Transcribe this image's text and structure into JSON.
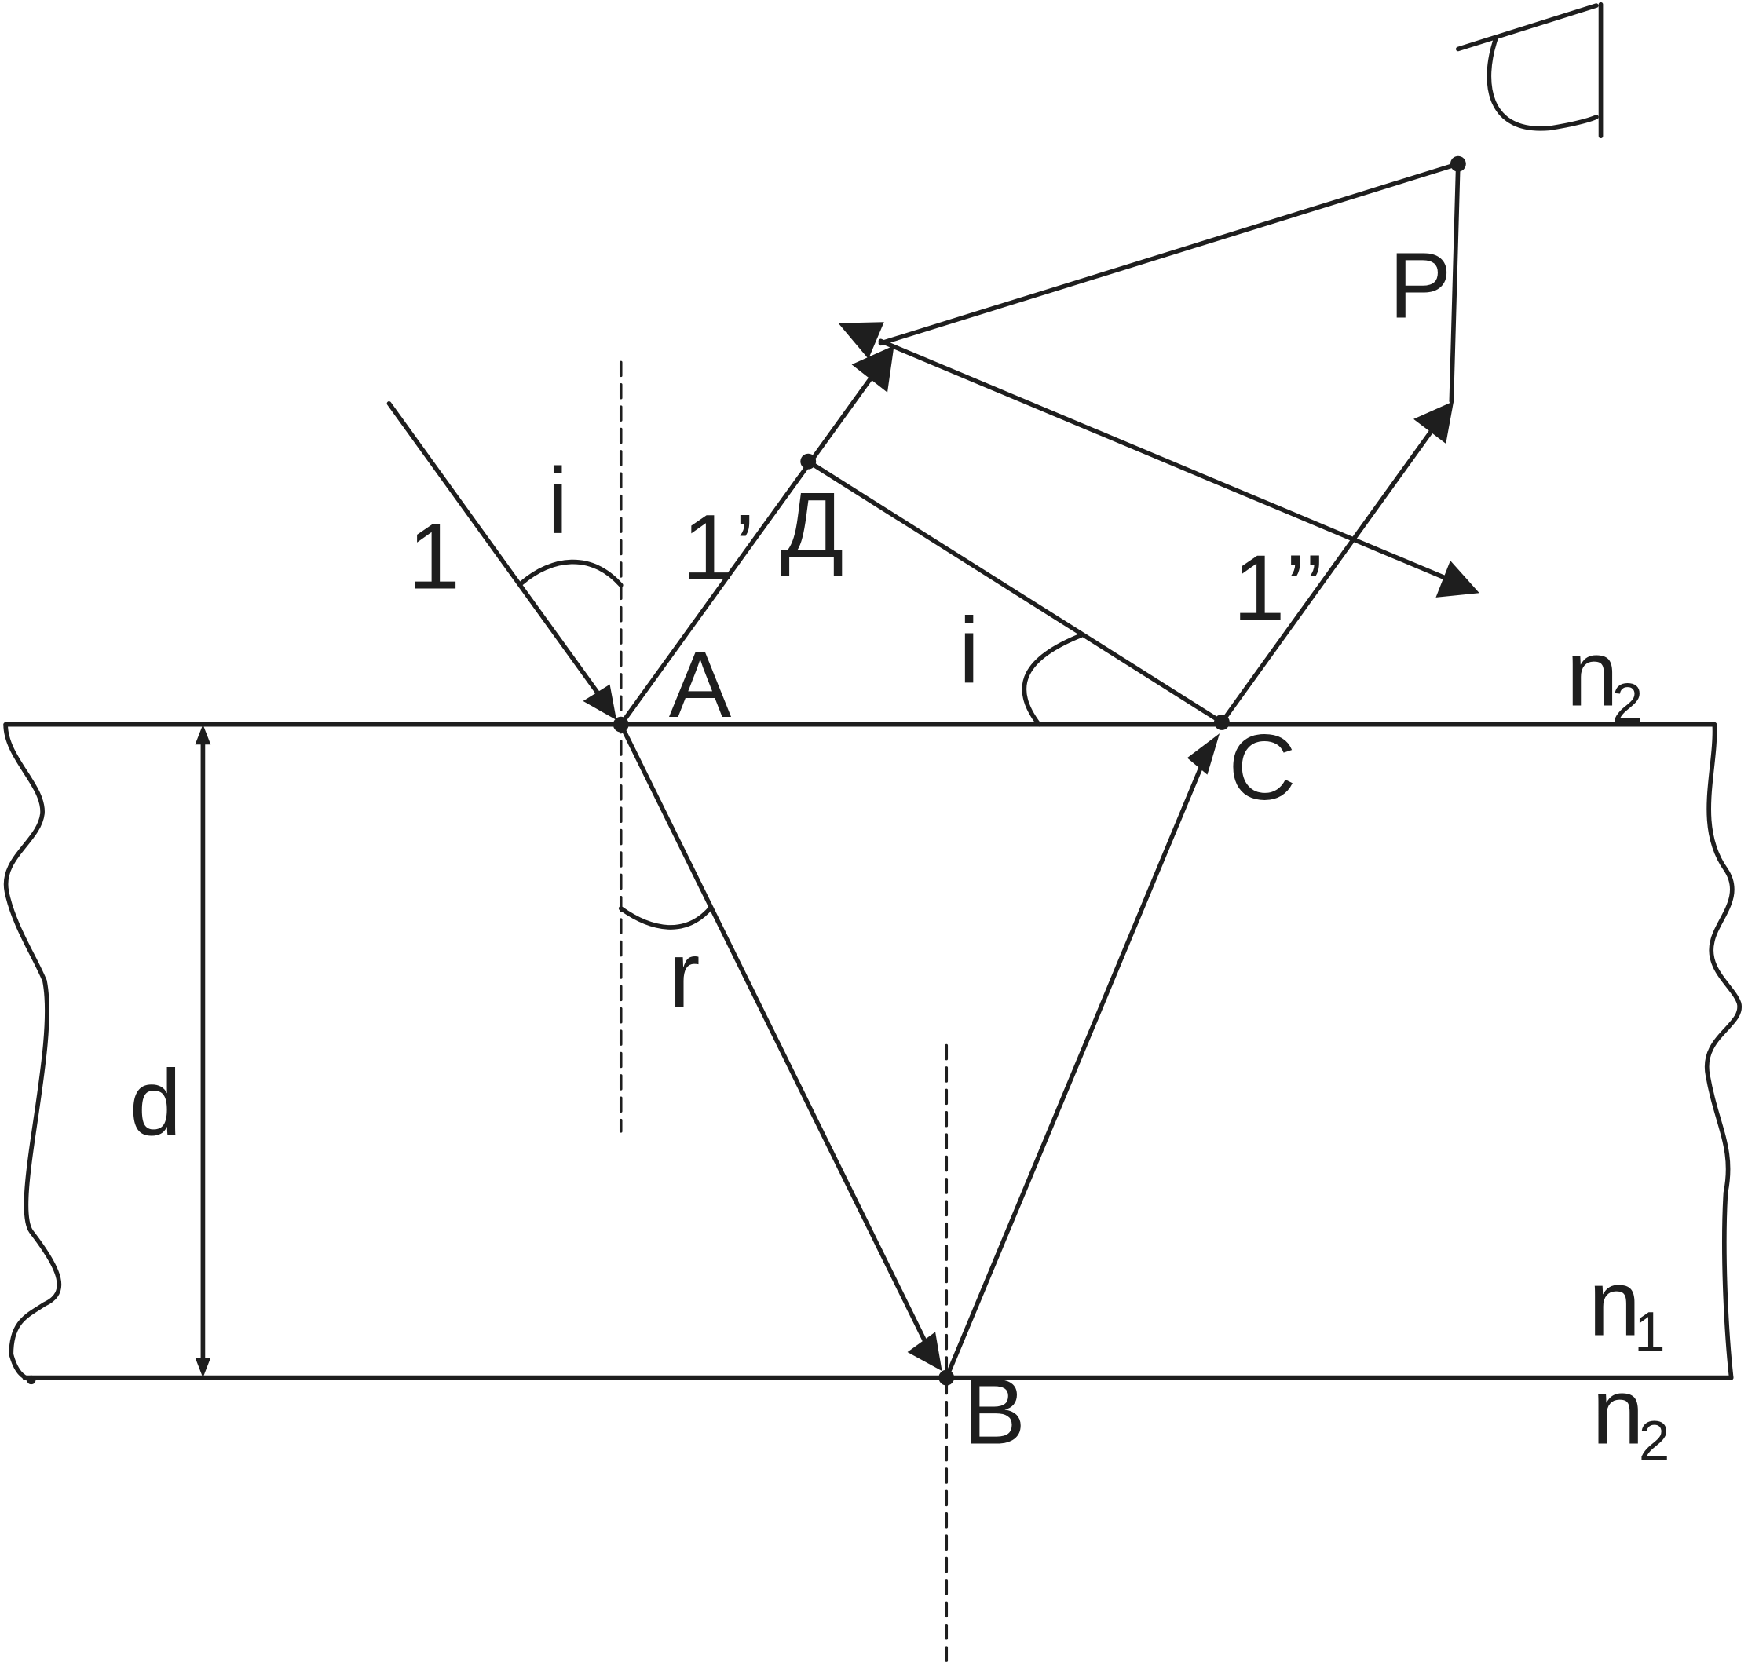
{
  "labels": {
    "ray_1": "1",
    "angle_i_incident": "i",
    "ray_1_prime": "1’",
    "point_d": "Д",
    "point_a": "A",
    "angle_i_lower": "i",
    "ray_1_double_prime": "1’’",
    "point_c": "C",
    "point_p": "P",
    "angle_r": "r",
    "thickness_d": "d",
    "point_b": "B",
    "n": "n",
    "sub_top": "2",
    "sub_mid": "1",
    "sub_bottom": "2"
  },
  "colors": {
    "stroke": "#1e1e1e",
    "background": "#ffffff"
  },
  "icons": [
    "eye-icon"
  ]
}
